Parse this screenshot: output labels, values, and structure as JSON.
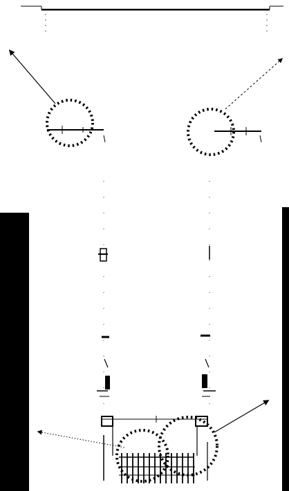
{
  "figure": {
    "background": "#ffffff",
    "ink": "#000000",
    "callouts": [
      {
        "id": "upper-left",
        "arrow_style": "solid"
      },
      {
        "id": "upper-right",
        "arrow_style": "dashed"
      },
      {
        "id": "lower-left",
        "arrow_style": "dotted"
      },
      {
        "id": "lower-right",
        "arrow_style": "solid"
      }
    ],
    "side_bars": [
      "left",
      "right"
    ]
  }
}
